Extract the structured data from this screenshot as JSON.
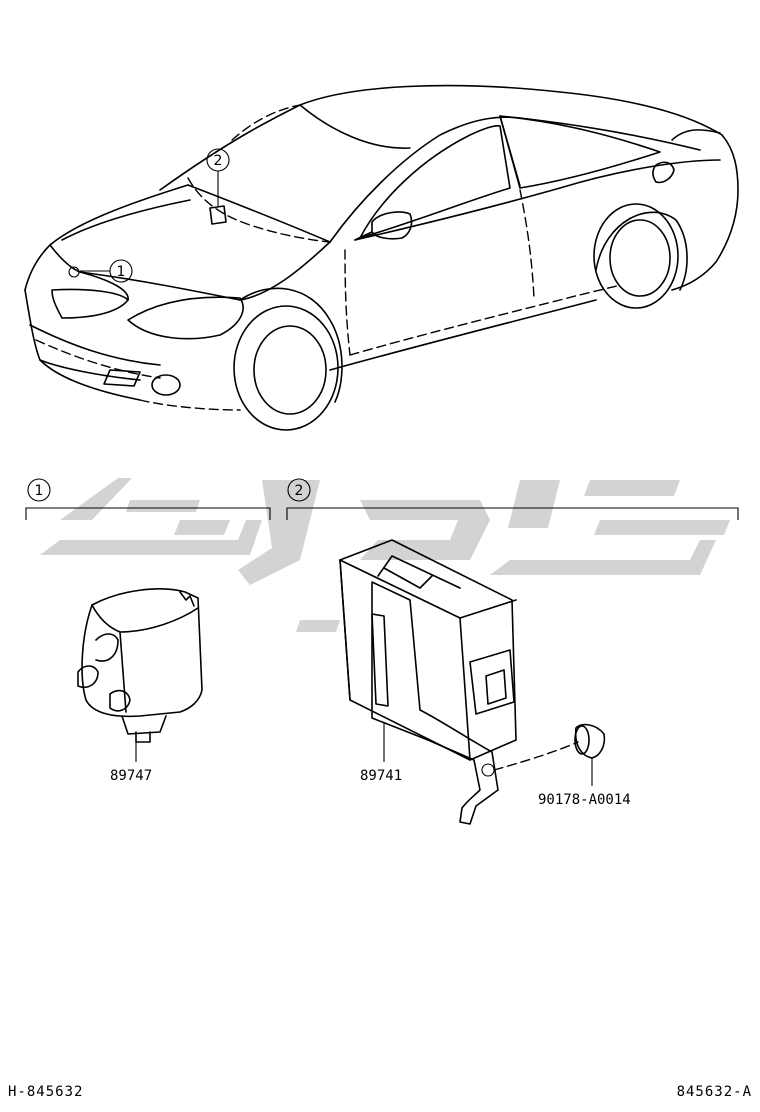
{
  "callouts": {
    "one": "1",
    "two": "2"
  },
  "parts": {
    "buzzer_no": "89747",
    "ecu_no": "89741",
    "clip_no": "90178-A0014"
  },
  "footer": {
    "left_code": "H-845632",
    "right_code": "845632-A"
  },
  "colors": {
    "line": "#000000",
    "watermark": "#d3d3d3",
    "background": "#ffffff"
  }
}
